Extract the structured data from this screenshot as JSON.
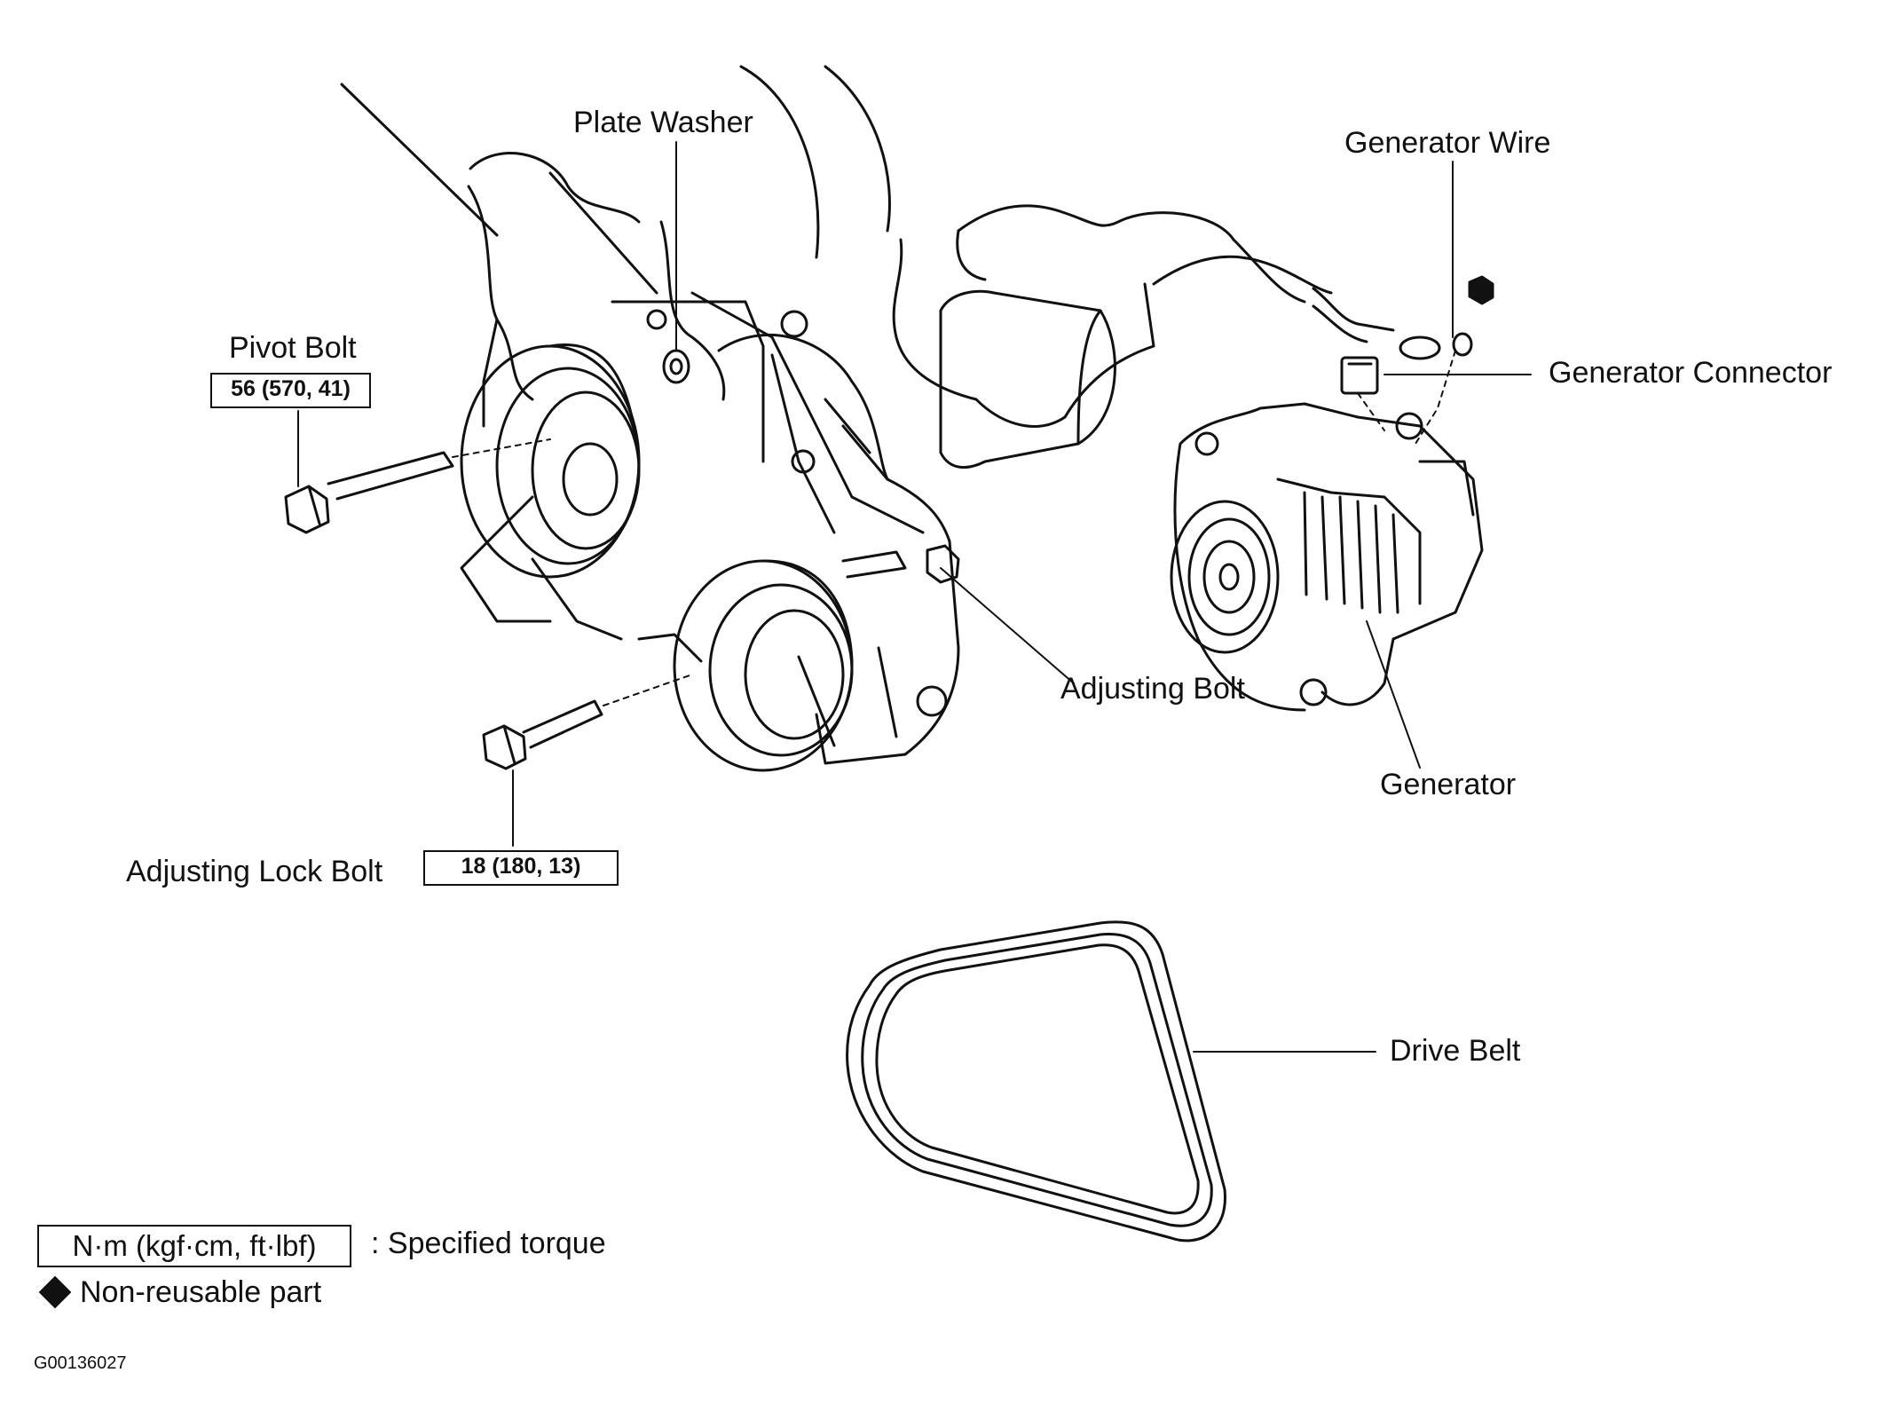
{
  "labels": {
    "plate_washer": "Plate Washer",
    "pivot_bolt": "Pivot Bolt",
    "generator_wire": "Generator Wire",
    "generator_connector": "Generator Connector",
    "adjusting_bolt": "Adjusting Bolt",
    "generator": "Generator",
    "adjusting_lock_bolt": "Adjusting Lock Bolt",
    "drive_belt": "Drive Belt"
  },
  "torque": {
    "pivot_bolt": "56 (570, 41)",
    "adjusting_lock_bolt": "18 (180, 13)"
  },
  "legend": {
    "torque_unit": "N·m (kgf·cm, ft·lbf)",
    "torque_text": ": Specified torque",
    "non_reusable_text": "Non-reusable part"
  },
  "figure_id": "G00136027"
}
